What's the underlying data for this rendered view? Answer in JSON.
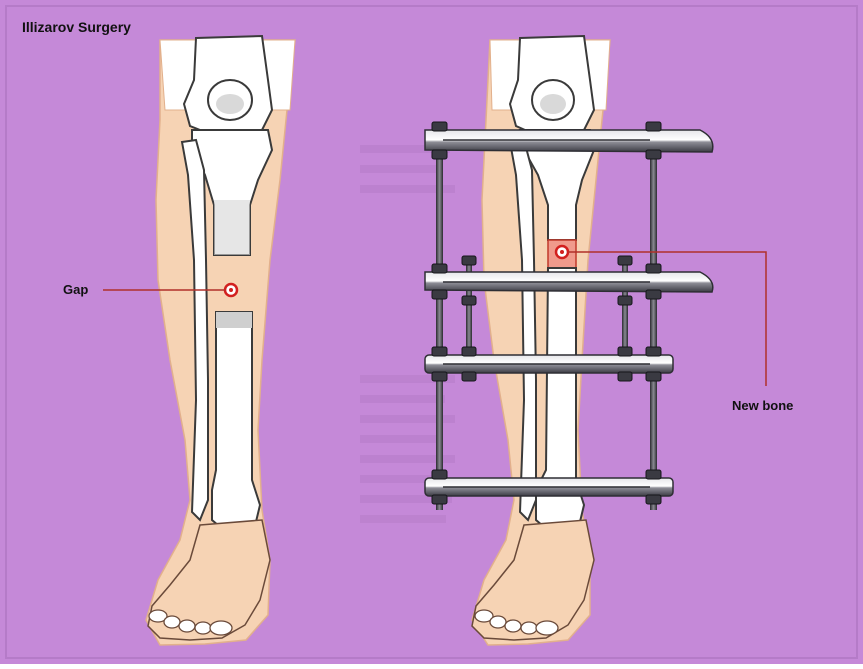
{
  "figure": {
    "title": "Illizarov Surgery",
    "labels": {
      "gap": "Gap",
      "new_bone": "New bone"
    }
  },
  "colors": {
    "background": "#c589d8",
    "skin": "#f6d3b4",
    "bone": "#ffffff",
    "bone_outline": "#3a3a3a",
    "bone_shadow": "#bcbcbc",
    "callout_line": "#b0302a",
    "marker": "#d2201f",
    "frame_metal": "#9a9aa2",
    "frame_dark": "#2e2e34"
  }
}
